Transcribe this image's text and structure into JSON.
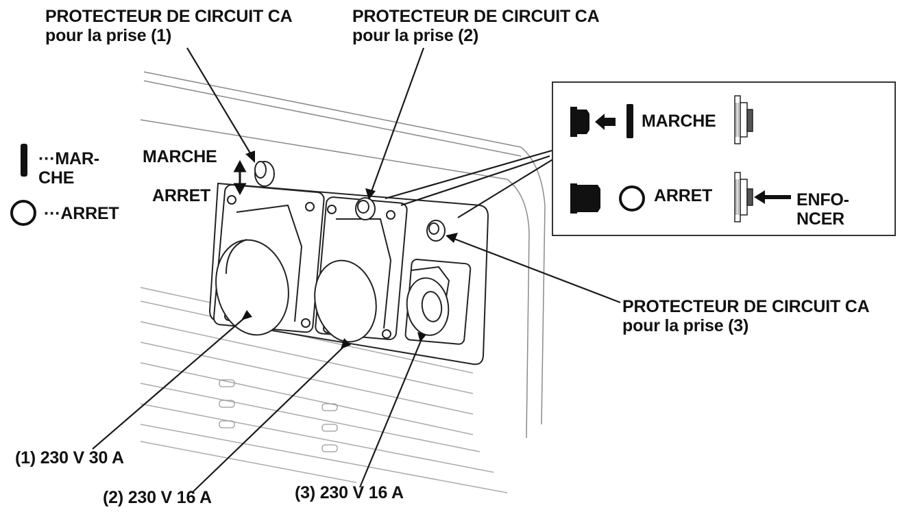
{
  "colors": {
    "ink": "#111111",
    "line": "#1a1a1a",
    "panel_stroke": "#333333",
    "light_line": "#9a9a9a",
    "background": "#ffffff"
  },
  "callouts": {
    "breaker1": {
      "line1": "PROTECTEUR DE CIRCUIT CA",
      "line2": "pour la prise (1)"
    },
    "breaker2": {
      "line1": "PROTECTEUR DE CIRCUIT CA",
      "line2": "pour la prise (2)"
    },
    "breaker3": {
      "line1": "PROTECTEUR DE CIRCUIT CA",
      "line2": "pour la prise (3)"
    }
  },
  "legend": {
    "on_line1": "···MAR-",
    "on_line2": "CHE",
    "off": "···ARRET"
  },
  "switch_labels": {
    "on": "MARCHE",
    "off": "ARRET"
  },
  "inset": {
    "on_label": "MARCHE",
    "off_label": "ARRET",
    "press_line1": "ENFO-",
    "press_line2": "NCER"
  },
  "outlets": {
    "outlet1": "(1) 230 V 30 A",
    "outlet2": "(2) 230 V 16 A",
    "outlet3": "(3) 230 V 16 A"
  }
}
